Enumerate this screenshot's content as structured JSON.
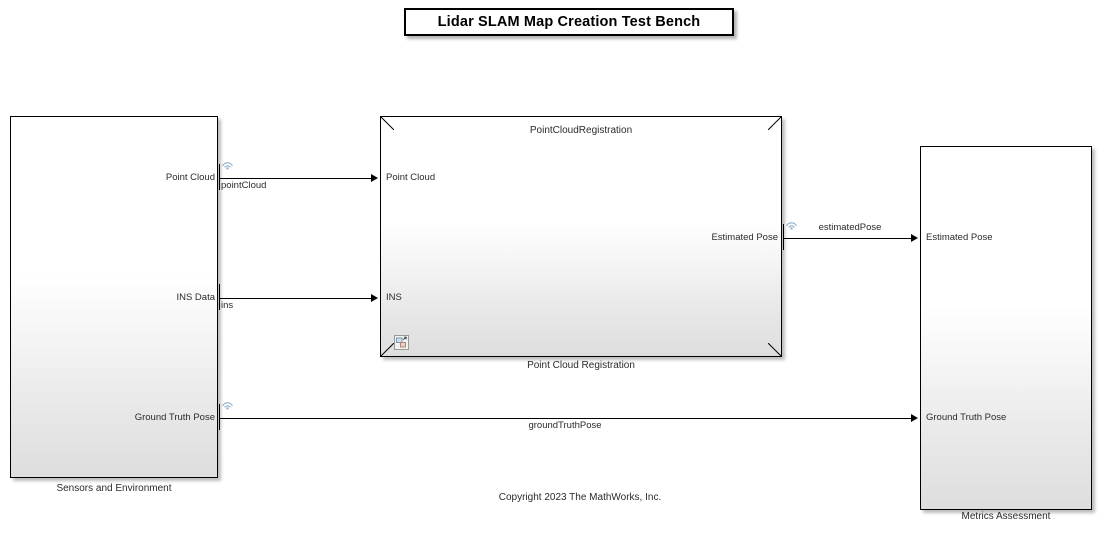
{
  "title_banner": {
    "text": "Lidar SLAM Map Creation Test Bench"
  },
  "blocks": {
    "sensors": {
      "caption": "Sensors and Environment",
      "outputs": [
        {
          "label": "Point Cloud"
        },
        {
          "label": "INS Data"
        },
        {
          "label": "Ground Truth Pose"
        }
      ]
    },
    "registration": {
      "header": "PointCloudRegistration",
      "caption": "Point Cloud Registration",
      "inputs": [
        {
          "label": "Point Cloud"
        },
        {
          "label": "INS"
        }
      ],
      "outputs": [
        {
          "label": "Estimated Pose"
        }
      ],
      "badge_icon": "model-reference-badge-icon"
    },
    "metrics": {
      "caption": "Metrics Assessment",
      "inputs": [
        {
          "label": "Estimated Pose"
        },
        {
          "label": "Ground Truth Pose"
        }
      ]
    }
  },
  "signals": [
    {
      "name": "pointCloud",
      "icon": "signal-radiate-icon"
    },
    {
      "name": "ins",
      "icon": ""
    },
    {
      "name": "groundTruthPose",
      "icon": "signal-radiate-icon"
    },
    {
      "name": "estimatedPose",
      "icon": "signal-radiate-icon"
    }
  ],
  "copyright": {
    "text": "Copyright 2023 The MathWorks, Inc."
  },
  "colors": {
    "canvas": "#ffffff",
    "block_border": "#000000",
    "block_fill_top": "#ffffff",
    "block_fill_bottom": "#dedede",
    "text": "#2b2b2b",
    "wire": "#000000",
    "radiate_icon": "#8faecd"
  }
}
